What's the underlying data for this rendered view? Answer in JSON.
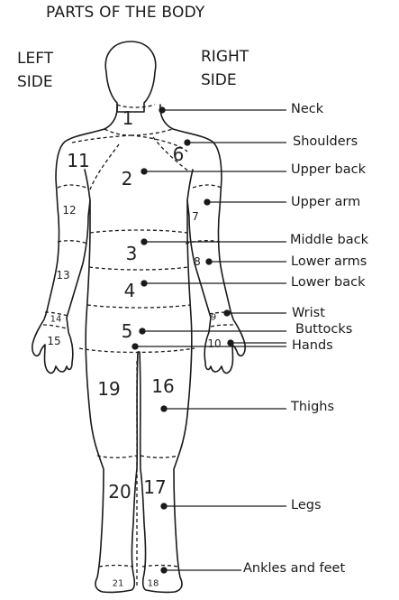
{
  "title": "PARTS OF THE BODY",
  "left_side": [
    "LEFT",
    "SIDE"
  ],
  "right_side": [
    "RIGHT",
    "SIDE"
  ],
  "labels": {
    "neck": "Neck",
    "shoulders": "Shoulders",
    "upper_back": "Upper back",
    "upper_arm": "Upper arm",
    "middle_back": "Middle back",
    "lower_arms": "Lower arms",
    "lower_back": "Lower back",
    "wrist": "Wrist",
    "buttocks": "Buttocks",
    "hands": "Hands",
    "thighs": "Thighs",
    "legs": "Legs",
    "ankles_feet": "Ankles and feet"
  },
  "region_numbers": {
    "n1": "1",
    "n2": "2",
    "n3": "3",
    "n4": "4",
    "n5": "5",
    "n6": "6",
    "n7": "7",
    "n8": "8",
    "n9": "9",
    "n10": "10",
    "n11": "11",
    "n12": "12",
    "n13": "13",
    "n14": "14",
    "n15": "15",
    "n16": "16",
    "n17": "17",
    "n18": "18",
    "n19": "19",
    "n20": "20",
    "n21": "21"
  }
}
